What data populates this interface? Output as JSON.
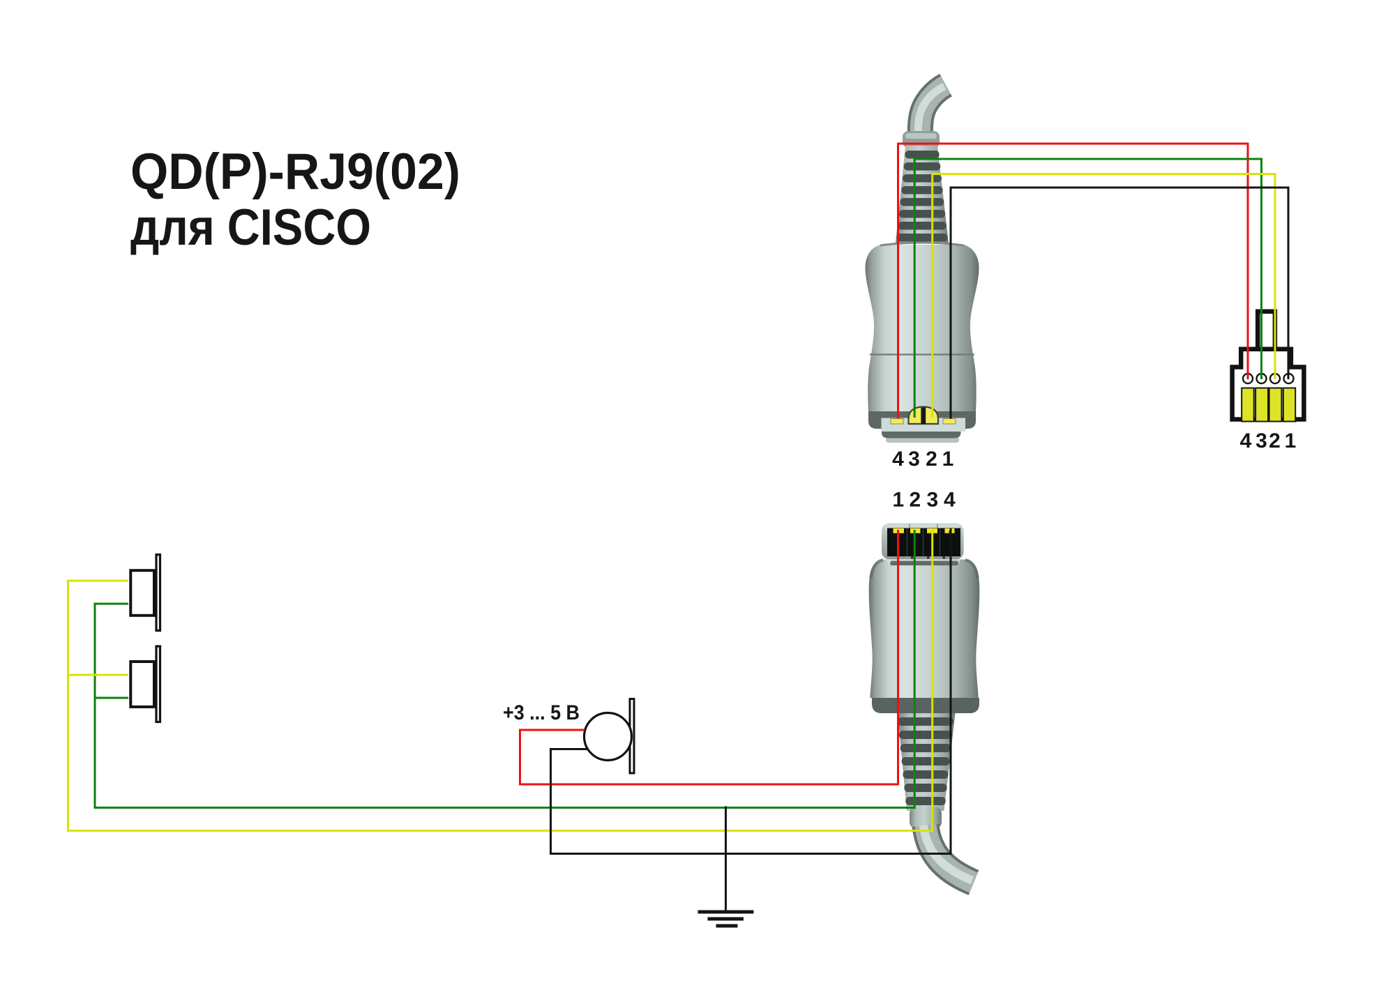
{
  "title": {
    "line1": "QD(P)-RJ9(02)",
    "line2": "для CISCO"
  },
  "colors": {
    "wire_red": "#ee1111",
    "wire_green": "#0c820f",
    "wire_yellow": "#d8e300",
    "wire_black": "#141414",
    "outline_black": "#121212",
    "rj9_pad_yellow": "#dde426",
    "qd_contact_yellow": "#f1eb5a",
    "socket_tick_yellow": "#f2e51e",
    "text_black": "#161616"
  },
  "qd_plug": {
    "name": "QD plug (quick disconnect, cable up)",
    "pin_labels": [
      "4",
      "3",
      "2",
      "1"
    ]
  },
  "qd_socket": {
    "name": "QD connector (quick disconnect, cable down)",
    "pin_labels": [
      "1",
      "2",
      "3",
      "4"
    ]
  },
  "rj9": {
    "name": "RJ9 plug",
    "pin_labels": [
      "4",
      "3",
      "2",
      "1"
    ]
  },
  "mic": {
    "voltage_label": "+3 ... 5 В"
  },
  "wiring": [
    {
      "wire": "red",
      "qd_pin": "1",
      "rj9_pin": "4",
      "connects_to": "microphone +3...5 V"
    },
    {
      "wire": "green",
      "qd_pin": "2",
      "rj9_pin": "3",
      "connects_to": "speakers (upper terminals)"
    },
    {
      "wire": "yellow",
      "qd_pin": "3",
      "rj9_pin": "2",
      "connects_to": "speakers (lower terminals)"
    },
    {
      "wire": "black",
      "qd_pin": "4",
      "rj9_pin": "1",
      "connects_to": "microphone return / ground"
    }
  ]
}
